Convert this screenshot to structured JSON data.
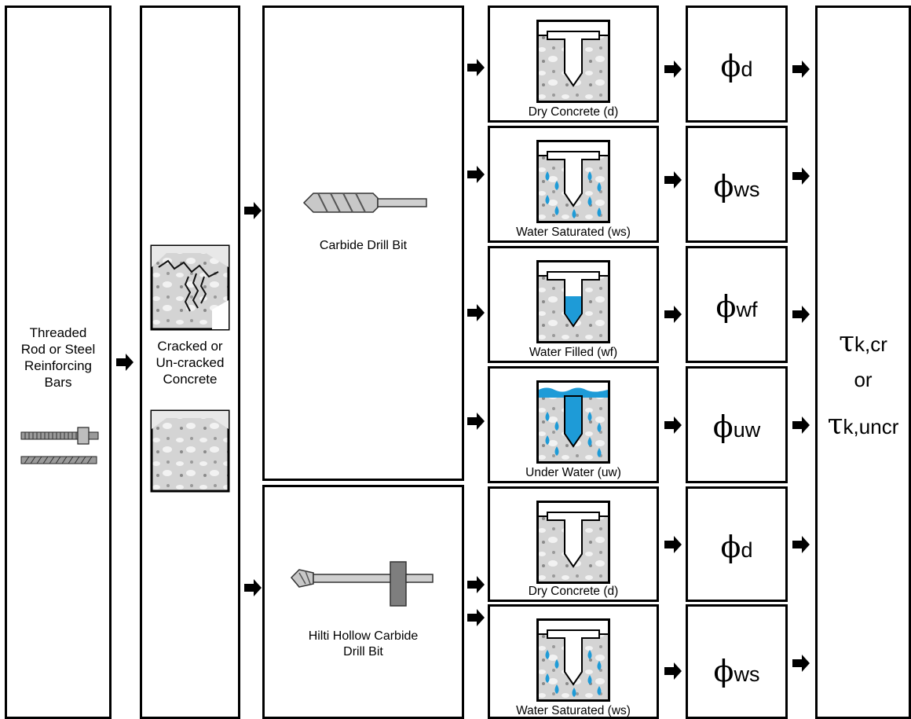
{
  "columns": {
    "anchor": {
      "text": [
        "Threaded",
        "Rod or Steel",
        "Reinforcing",
        "Bars"
      ]
    },
    "concrete": {
      "text": [
        "Cracked or",
        "Un-cracked",
        "Concrete"
      ]
    },
    "drill": [
      {
        "label": "Carbide Drill Bit"
      },
      {
        "label_lines": [
          "Hilti Hollow Carbide",
          "Drill Bit"
        ]
      }
    ]
  },
  "conditions": [
    {
      "caption": "Dry Concrete (d)",
      "phi_symbol": "ϕ",
      "phi_sub": "d"
    },
    {
      "caption": "Water Saturated (ws)",
      "phi_symbol": "ϕ",
      "phi_sub": "ws"
    },
    {
      "caption": "Water Filled (wf)",
      "phi_symbol": "ϕ",
      "phi_sub": "wf"
    },
    {
      "caption": "Under Water (uw)",
      "phi_symbol": "ϕ",
      "phi_sub": "uw"
    },
    {
      "caption": "Dry Concrete (d)",
      "phi_symbol": "ϕ",
      "phi_sub": "d"
    },
    {
      "caption": "Water Saturated (ws)",
      "phi_symbol": "ϕ",
      "phi_sub": "ws"
    }
  ],
  "result": {
    "tau_symbol": "τ",
    "line1_sub": "k,cr",
    "or": "or",
    "line2_sub": "k,uncr"
  },
  "colors": {
    "water": "#1e9bd7",
    "concrete": "#d4d4d4",
    "steel": "#8c8c8c"
  }
}
